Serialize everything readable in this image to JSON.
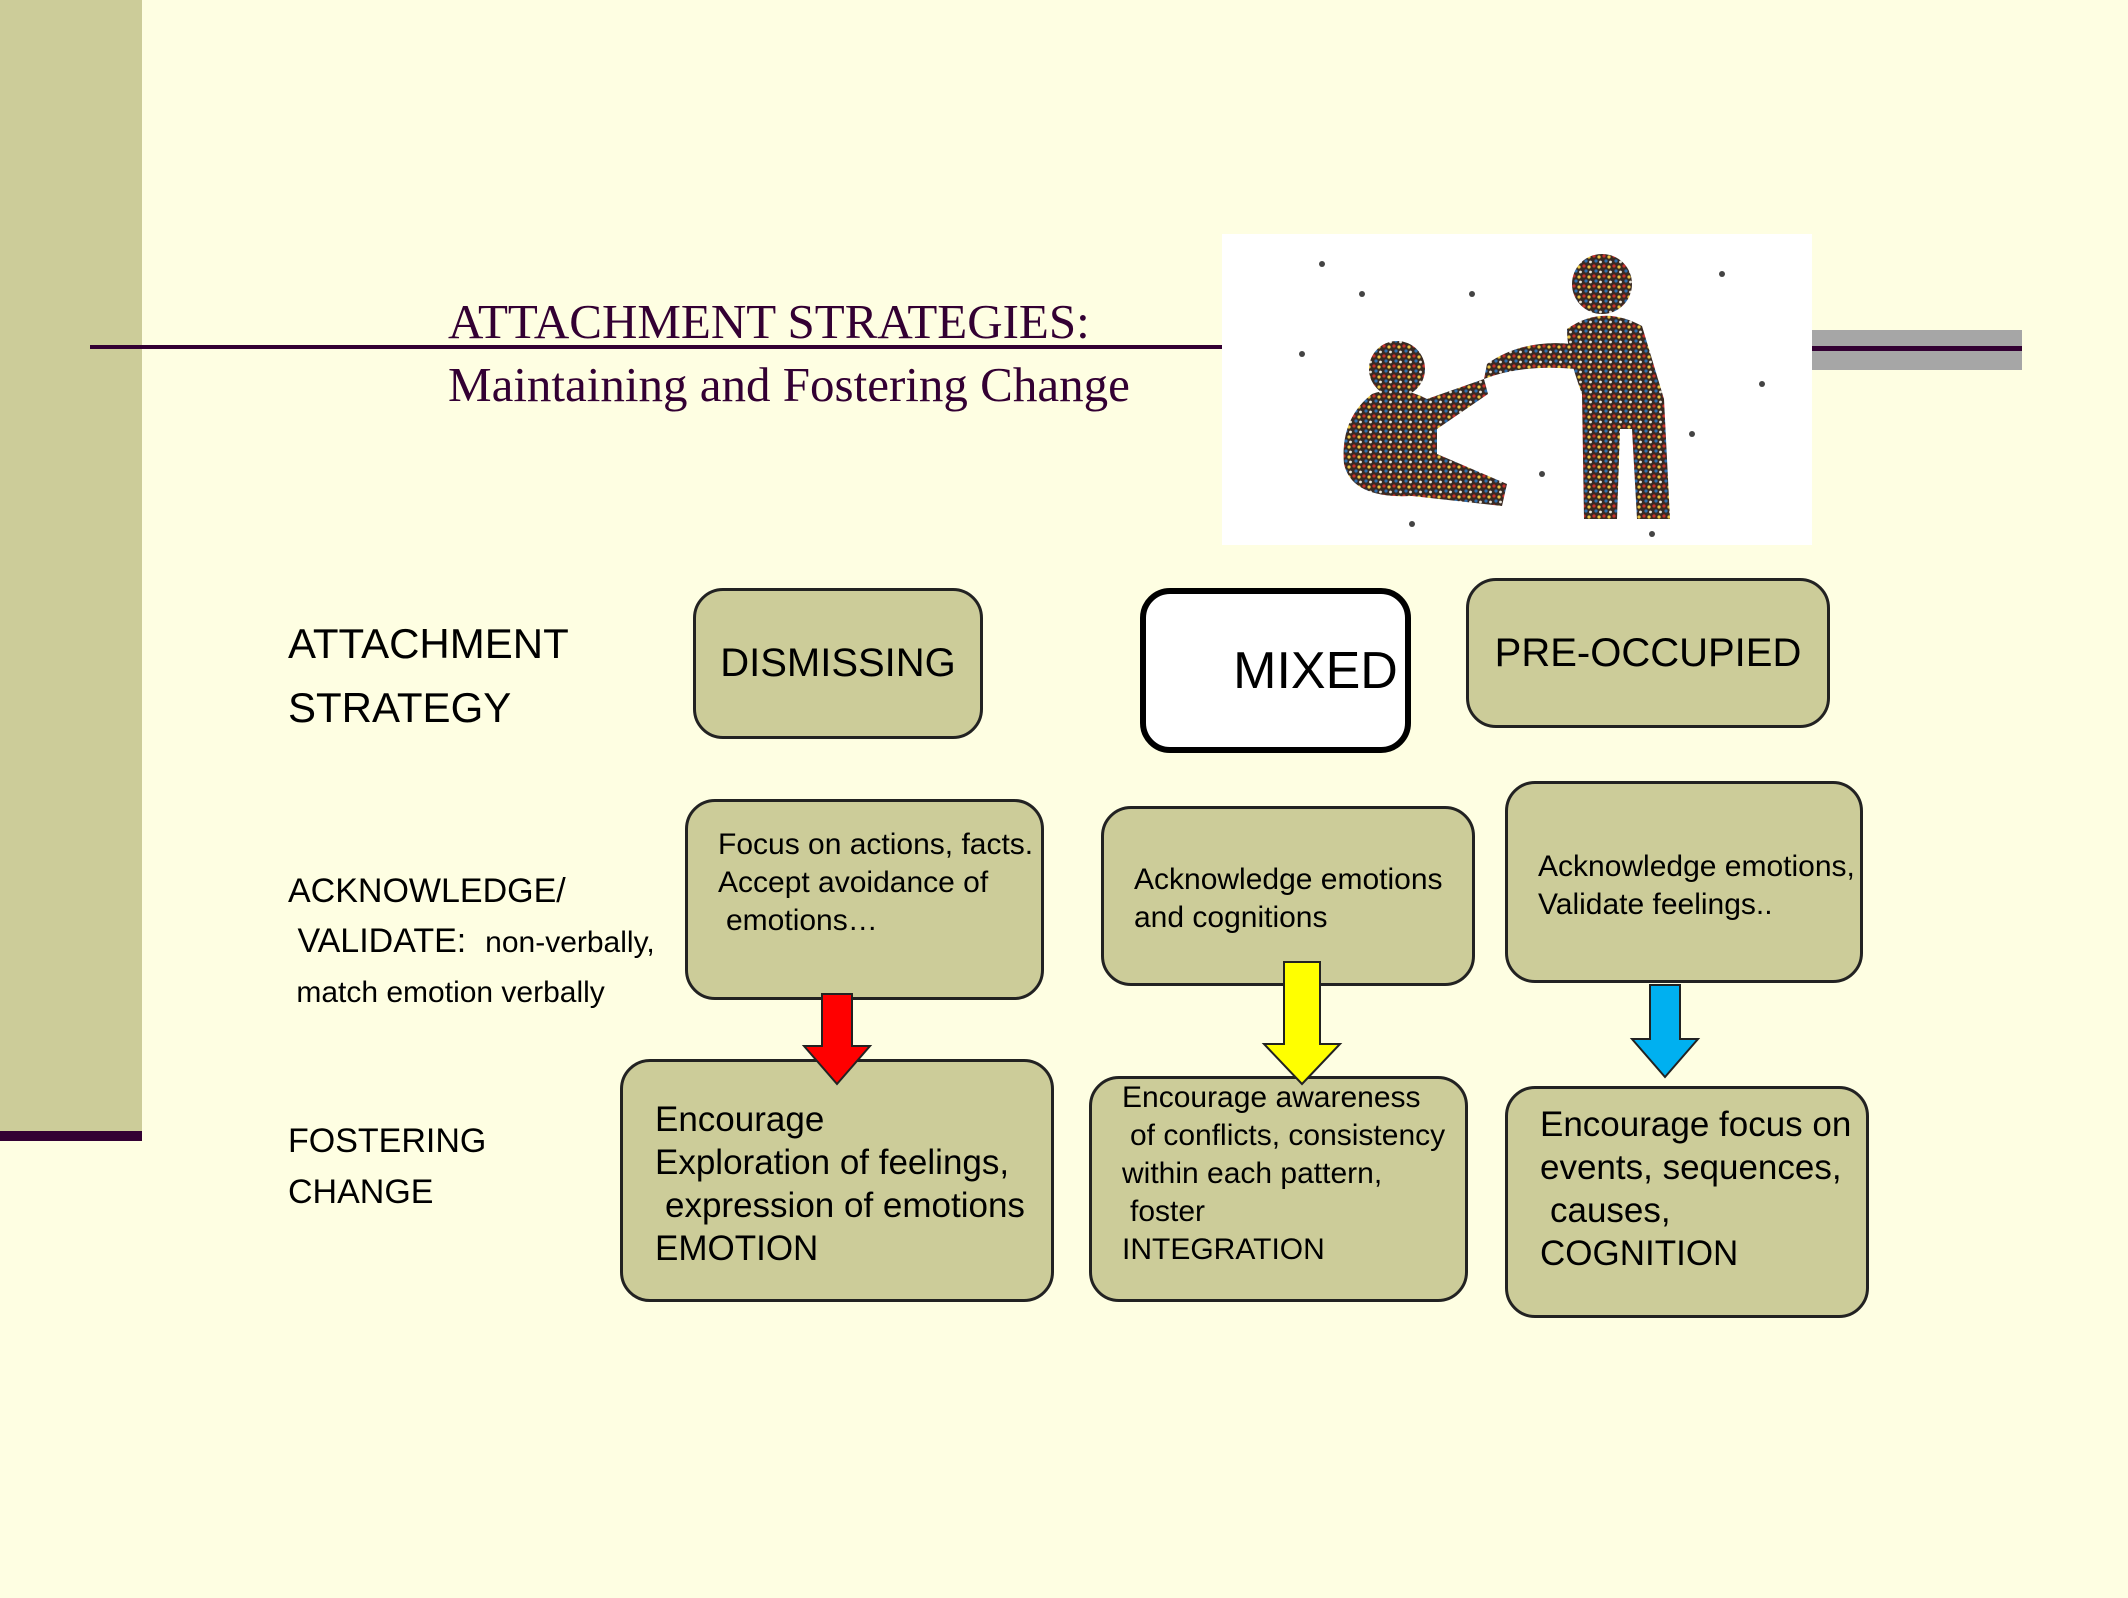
{
  "slide": {
    "title_line1": "ATTACHMENT STRATEGIES:",
    "title_line2": "Maintaining and Fostering Change",
    "image": {
      "icon": "crowd-helping-hand-icon",
      "description_visible": false
    }
  },
  "row_labels": {
    "strategy": [
      "ATTACHMENT",
      "STRATEGY"
    ],
    "acknowledge": {
      "line1": "ACKNOWLEDGE/",
      "line2_main": "VALIDATE:",
      "line2_extra": "non-verbally,",
      "line3": "match emotion verbally"
    },
    "fostering": [
      "FOSTERING",
      "CHANGE"
    ]
  },
  "columns": [
    {
      "header": "DISMISSING",
      "acknowledge": [
        "Focus on actions, facts.",
        "Accept avoidance of",
        " emotions…"
      ],
      "fostering": [
        "Encourage",
        "Exploration of feelings,",
        " expression of emotions",
        "EMOTION"
      ],
      "arrow_color": "#ff0000"
    },
    {
      "header": "MIXED",
      "acknowledge": [
        "Acknowledge emotions",
        "and cognitions"
      ],
      "fostering": [
        "Encourage awareness",
        " of conflicts, consistency",
        "within each pattern,",
        " foster",
        "INTEGRATION"
      ],
      "arrow_color": "#ffff00"
    },
    {
      "header": "PRE-OCCUPIED",
      "acknowledge": [
        "Acknowledge emotions,",
        "Validate feelings.."
      ],
      "fostering": [
        "Encourage focus on",
        "events, sequences,",
        " causes,",
        "COGNITION"
      ],
      "arrow_color": "#00b0f0"
    }
  ],
  "colors": {
    "background": "#fefee2",
    "box_fill": "#cccc99",
    "accent_dark": "#330033",
    "grey_bar": "#a6a6a6"
  }
}
